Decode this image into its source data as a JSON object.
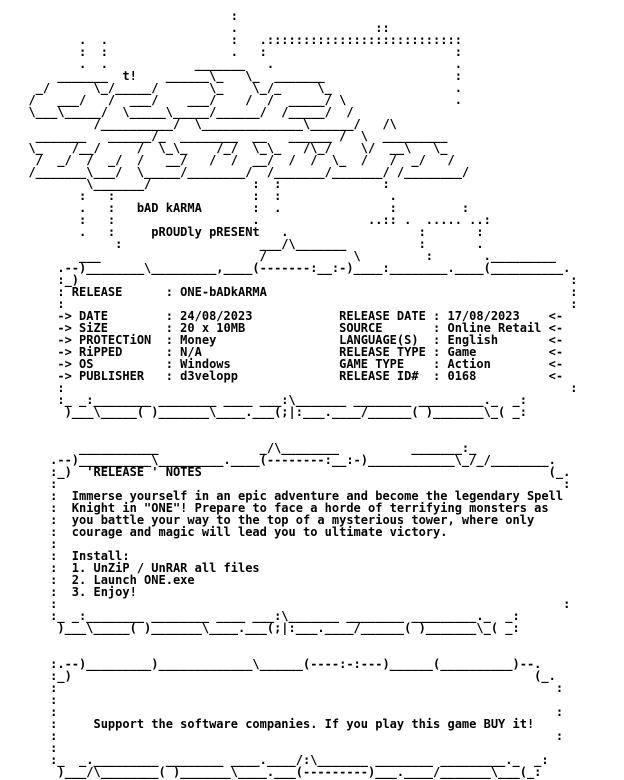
{
  "document": {
    "art_lines": [
      "                              :",
      "                              .                   ::",
      "         .  .                 :   .:::::::::::::::::::::::::::",
      "         :  :                 .   :                          :",
      "         .  .            _______   .                         .",
      "      _______  t!    ______\\_   \\_  _______                  :",
      "   _/      \\_/_____/       \\_    \\_/_     \\_                 .",
      "  /   ___/   /  ___/    ___/    /  /  _____/ \\               .",
      "  \\___\\_____/  \\_____\\_____/______/  /_____/  /                 ",
      "           /__________/  \\______________\\______/   /\\",
      "   _______   ______/_  ________  __   ______ /  \\  _________",
      "  \\_    /__/     /  \\_\\_    /_/  \\_\\_   /\\_/    \\/  __\\   \\_",
      "   /  _/  /  _/  /   __/   /  /  __/  /  /  \\_  /   /  _/   /",
      "  /_______\\___/  \\_____/________/  /_______/_______/ /________/",
      "          \\_______/              :  :              :",
      "         :   :                   :  :               .",
      "         .   :   bAD kARMA       :  .               :         :",
      "         :   :                   .               ..:: .  ..... ..:",
      "         .   :     pROUDly pRESENt   .                  :       :",
      "              :                   ___/\\_______          :       .",
      "         ___                      /            \\         :       ._________",
      "      .--)________\\_________,____(-------:__:-)____:________.____(__________.",
      "      :_)                                                                    :",
      "      : RELEASE      : ONE-bADkARMA                                          :",
      "      :                                                                      :",
      "      -> DATE        : 24/08/2023            RELEASE DATE : 17/08/2023    <-",
      "      -> SiZE        : 20 x 10MB             SOURCE       : Online Retail <-",
      "      -> PROTECTiON  : Money                 LANGUAGE(S)  : English       <-",
      "      -> RiPPED      : N/A                   RELEASE TYPE : Game          <-",
      "      -> OS          : Windows               GAME TYPE    : Action        <-",
      "      -> PUBLISHER   : d3velopp              RELEASE ID#  : 0168          <-",
      "      :                                                                      :",
      "      :_ _:________ ________ ____ ___:\\_______ ________ _________._  _:",
      "       )___\\_____( )_______\\____.___(;|:___.____/______( )_______\\_( _:",
      "",
      "",
      "         ___________              _/\\________          _______:_",
      "     .--)__________\\_________.____(--------:__:-)____________\\_/_/________.",
      "     :_)  'RELEASE ' NOTES                                                (_.",
      "     :                                                                      :",
      "     :  Immerse yourself in an epic adventure and become the legendary Spell",
      "     :  Knight in \"ONE\"! Prepare to face a horde of terrifying monsters as",
      "     :  you battle your way to the top of a mysterious tower, where only",
      "     :  courage and magic will lead you to ultimate victory.",
      "     :",
      "     :  Install:",
      "     :  1. UnZiP / UnRAR all files",
      "     :  2. Launch ONE.exe",
      "     :  3. Enjoy!",
      "     :                                                                      :",
      "     :_ _:________ ________ ____ ___:\\_______ ________ _________._  _:",
      "      )___\\_____( )_______\\____.___(;|:___.____/______( )_______\\_( _:",
      "",
      "",
      "     :.--)_________)_____________\\______(----:-:---)______(__________)--.",
      "     :_)                                                                (_.",
      "     :                                                                     :",
      "     :",
      "     :                                                                     :",
      "     :     Support the software companies. If you play this game BUY it!",
      "     :                                                                     :",
      "     :",
      "     :_  _._________ ________ ____.____/:\\_______ ________ _________._  _:",
      "      )___/\\________( )_______\\____.___(---------)___.____/_______\\___(_:"
    ]
  }
}
